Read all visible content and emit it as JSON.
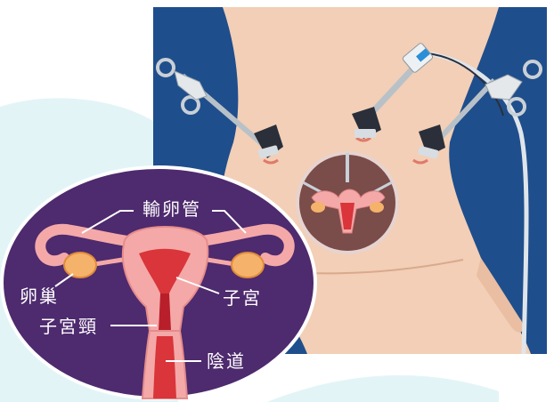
{
  "labels": {
    "fallopian_tube": "輸卵管",
    "ovary": "卵巢",
    "uterus": "子宮",
    "cervix": "子宮頸",
    "vagina": "陰道"
  },
  "colors": {
    "drape_blue": "#1f4e8c",
    "skin": "#f2cfb6",
    "circle_purple": "#4e2a6e",
    "organ_pink": "#f4a9a8",
    "organ_red": "#d9353a",
    "ovary_orange": "#f5b26b",
    "inset_brown": "#7a4c4a"
  },
  "icons": [
    "laparoscopic-trocar-icon",
    "laparoscopic-camera-icon",
    "grasper-handle-icon"
  ]
}
